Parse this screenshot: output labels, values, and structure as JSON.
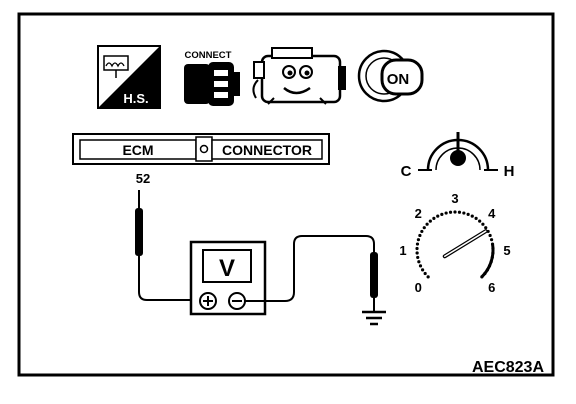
{
  "icons": {
    "hs_label": "H.S.",
    "connect_label": "CONNECT",
    "ignition_label": "ON"
  },
  "connector": {
    "left_label": "ECM",
    "right_label": "CONNECTOR",
    "terminal": "52"
  },
  "voltmeter": {
    "symbol": "V",
    "plus": "⊕",
    "minus": "⊖"
  },
  "temp_gauge": {
    "cold": "C",
    "hot": "H"
  },
  "tachometer": {
    "ticks": [
      "0",
      "1",
      "2",
      "3",
      "4",
      "5",
      "6"
    ],
    "needle_value": 4.3
  },
  "figure_code": "AEC823A"
}
